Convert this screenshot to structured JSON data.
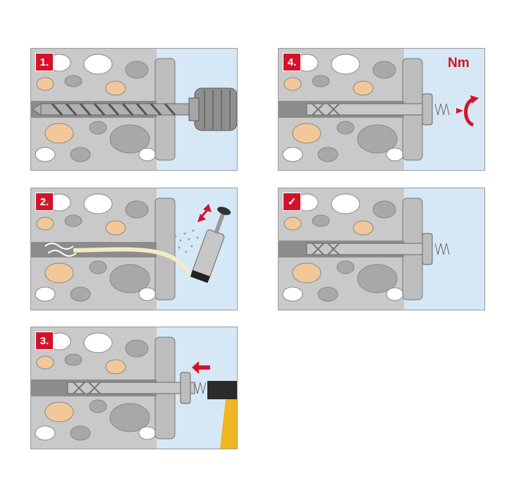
{
  "steps": [
    {
      "id": "step-1",
      "badge": "1.",
      "action": "drill"
    },
    {
      "id": "step-2",
      "badge": "2.",
      "action": "blow-out"
    },
    {
      "id": "step-3",
      "badge": "3.",
      "action": "hammer-in"
    },
    {
      "id": "step-4",
      "badge": "4.",
      "action": "tighten",
      "torque_label": "Nm"
    },
    {
      "id": "step-5",
      "badge": "✓",
      "action": "done"
    }
  ],
  "colors": {
    "badge": "#d3132a",
    "arrow": "#d3132a",
    "concrete": "#c9c9c9",
    "aggregate_tan": "#f2c89a",
    "aggregate_gray": "#a8a8a8",
    "air": "#d6e8f5",
    "plate": "#bdbdbd",
    "hammer_handle": "#f0b523"
  },
  "icons": [
    "drill-bit-icon",
    "blow-pump-icon",
    "hammer-icon",
    "torque-arrow-icon",
    "checkmark-icon"
  ]
}
